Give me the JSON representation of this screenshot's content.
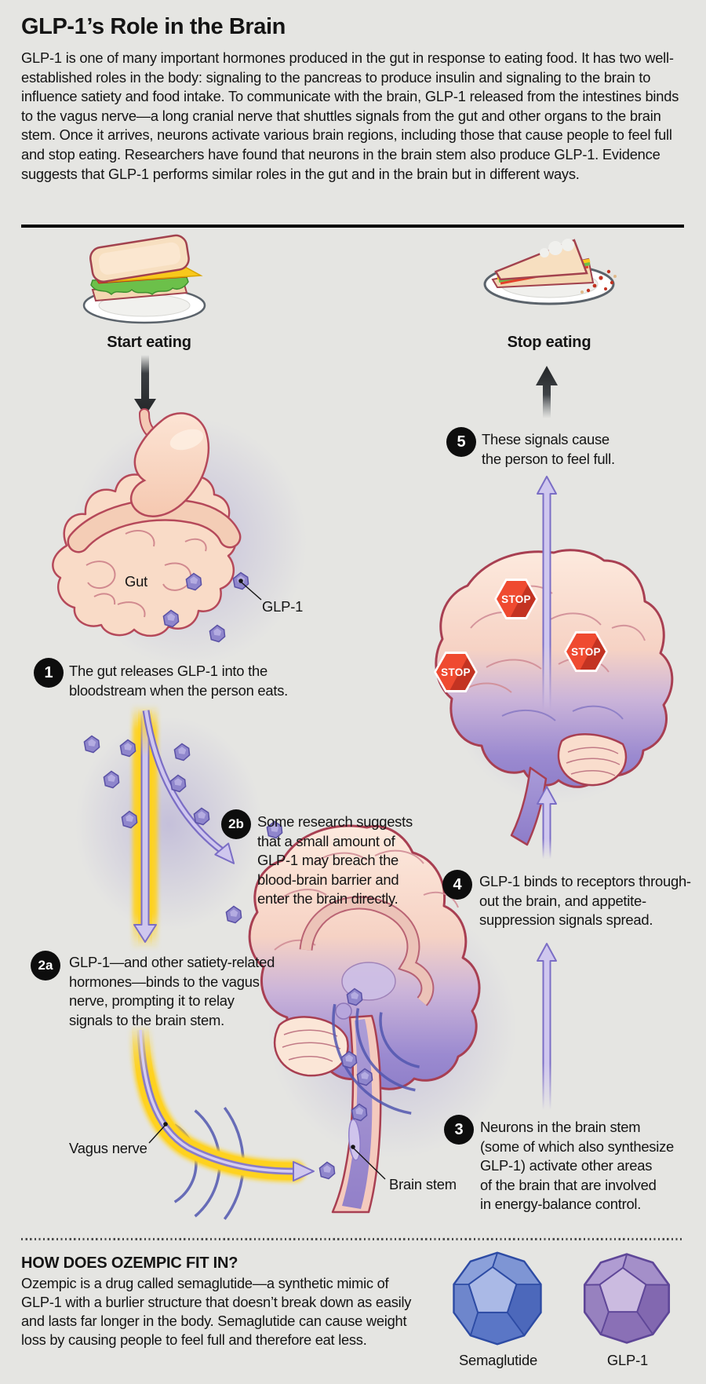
{
  "header": {
    "title": "GLP-1’s Role in the Brain",
    "intro": "GLP-1 is one of many important hormones produced in the gut in response to eating food. It has two well-established roles in the body: signaling to the pancreas to produce insulin and signaling to the brain to influence satiety and food intake. To communicate with the brain, GLP-1 released from the intestines binds to the vagus nerve—a long cranial nerve that shuttles signals from the gut and other organs to the brain stem. Once it arrives, neurons activate various brain regions, including those that cause people to feel full and stop eating. Researchers have found that neurons in the brain stem also produce GLP-1. Evidence suggests that GLP-1 performs similar roles in the gut and in the brain but in different ways."
  },
  "diagram": {
    "labels": {
      "start": "Start eating",
      "stop": "Stop eating",
      "gut": "Gut",
      "glp1": "GLP-1",
      "vagus": "Vagus nerve",
      "brain_stem": "Brain stem",
      "stop_sign": "STOP"
    },
    "steps": {
      "s1": {
        "num": "1",
        "text": "The gut releases GLP-1 into the\nbloodstream when the person eats."
      },
      "s2a": {
        "num": "2a",
        "text": "GLP-1—and other satiety-related\nhormones—binds to the vagus\nnerve, prompting it to relay\nsignals to the brain stem."
      },
      "s2b": {
        "num": "2b",
        "text": "Some research suggests\nthat a small amount of\nGLP-1 may breach the\nblood-brain barrier and\nenter the brain directly."
      },
      "s3": {
        "num": "3",
        "text": "Neurons in the brain stem\n(some of which also synthesize\nGLP-1) activate other areas\nof the brain that are involved\nin energy-balance control."
      },
      "s4": {
        "num": "4",
        "text": "GLP-1 binds to receptors through-\nout the brain, and appetite-\nsuppression signals spread."
      },
      "s5": {
        "num": "5",
        "text": "These signals cause\nthe person to feel full."
      }
    }
  },
  "footer": {
    "heading": "HOW DOES OZEMPIC FIT IN?",
    "body": "Ozempic is a drug called semaglutide—a synthetic mimic of\nGLP-1 with a burlier structure that doesn’t break down as easily\nand lasts far longer in the body. Semaglutide can cause weight\nloss by causing people to feel full and therefore eat less.",
    "molecules": {
      "semaglutide": "Semaglutide",
      "glp1": "GLP-1"
    }
  },
  "colors": {
    "background": "#e5e5e2",
    "glp1_particle": "#8f86cc",
    "vagus_yellow": "#ffd21f",
    "arrow_purple": "#7b6ec5",
    "stop_red": "#e8432c",
    "brain_outline": "#a83f52",
    "step_badge": "#0d0d0d",
    "semaglutide_blue": "#5a76c6",
    "glp1_molecule_purple": "#9d85c4"
  }
}
